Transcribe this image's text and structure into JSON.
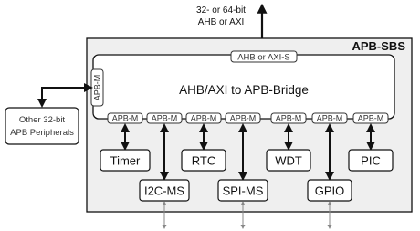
{
  "bus_label_top": [
    "32- or 64-bit",
    "AHB or AXI"
  ],
  "subsystem": {
    "title": "APB-SBS",
    "slave_port": "AHB or AXI-S",
    "side_port": "APB-M",
    "bridge_label": "AHB/AXI to APB-Bridge",
    "bottom_ports": [
      "APB-M",
      "APB-M",
      "APB-M",
      "APB-M",
      "APB-M",
      "APB-M",
      "APB-M"
    ]
  },
  "external": {
    "label_line1": "Other 32-bit",
    "label_line2": "APB Peripherals"
  },
  "peripherals_row1": [
    "Timer",
    "RTC",
    "WDT",
    "PIC"
  ],
  "peripherals_row2": [
    "I2C-MS",
    "SPI-MS",
    "GPIO"
  ]
}
